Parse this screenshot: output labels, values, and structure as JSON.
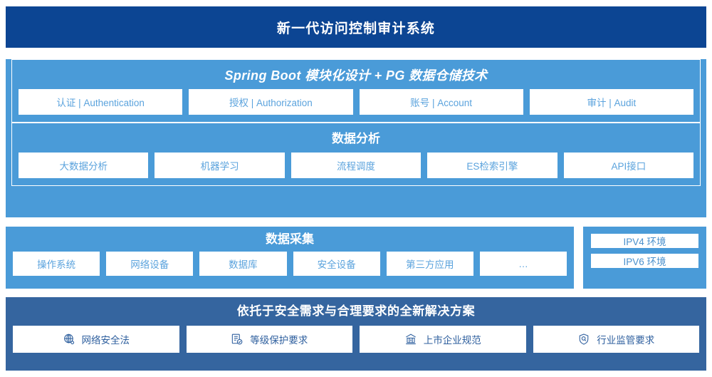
{
  "header": {
    "title": "新一代访问控制审计系统",
    "bg_color": "#0c4593"
  },
  "architecture": {
    "bg_color": "#4a9bd8",
    "spring": {
      "title": "Spring Boot 模块化设计 + PG 数据仓储技术",
      "items": [
        {
          "label": "认证 | Authentication"
        },
        {
          "label": "授权 | Authorization"
        },
        {
          "label": "账号 | Account"
        },
        {
          "label": "审计 | Audit"
        }
      ]
    },
    "analysis": {
      "title": "数据分析",
      "items": [
        {
          "label": "大数据分析"
        },
        {
          "label": "机器学习"
        },
        {
          "label": "流程调度"
        },
        {
          "label": "ES检索引擎"
        },
        {
          "label": "API接口"
        }
      ]
    }
  },
  "collection": {
    "title": "数据采集",
    "items": [
      {
        "label": "操作系统"
      },
      {
        "label": "网络设备"
      },
      {
        "label": "数据库"
      },
      {
        "label": "安全设备"
      },
      {
        "label": "第三方应用"
      },
      {
        "label": "…"
      }
    ]
  },
  "environment": {
    "items": [
      {
        "label": "IPV4 环境"
      },
      {
        "label": "IPV6 环境"
      }
    ]
  },
  "solution": {
    "title": "依托于安全需求与合理要求的全新解决方案",
    "bg_color": "#35659f",
    "text_color": "#2e5f9e",
    "items": [
      {
        "label": "网络安全法",
        "icon": "globe-icon"
      },
      {
        "label": "等级保护要求",
        "icon": "document-check-icon"
      },
      {
        "label": "上市企业规范",
        "icon": "bank-building-icon"
      },
      {
        "label": "行业监管要求",
        "icon": "shield-search-icon"
      }
    ]
  }
}
